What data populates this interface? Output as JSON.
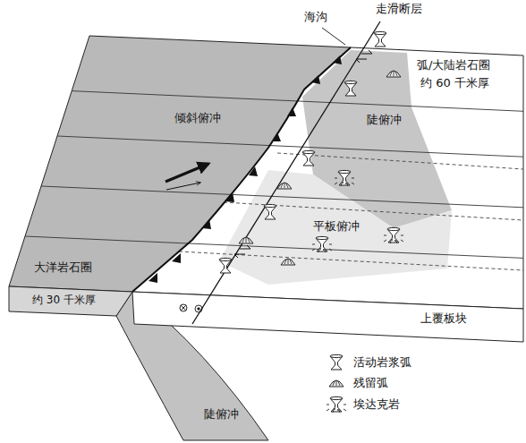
{
  "diagram": {
    "labels": [
      "海沟",
      "走滑断层",
      "弧/大陆岩石圈",
      "约 60 千米厚",
      "倾斜俯冲",
      "陡俯冲",
      "平板俯冲",
      "大洋岩石圈",
      "约 30 千米厚",
      "上覆板块",
      "陡俯冲"
    ],
    "legend": [
      {
        "text": "活动岩浆弧"
      },
      {
        "text": "残留弧"
      },
      {
        "text": "埃达克岩"
      }
    ]
  }
}
